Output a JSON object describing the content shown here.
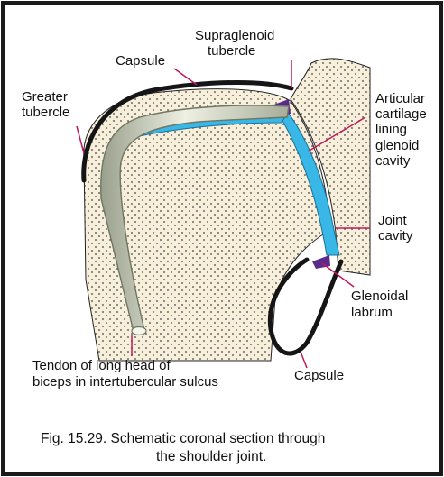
{
  "labels": {
    "supraglenoid": [
      "Supraglenoid",
      "tubercle"
    ],
    "capsule_top": "Capsule",
    "greater_tubercle": [
      "Greater",
      "tubercle"
    ],
    "articular_cartilage": [
      "Articular",
      "cartilage",
      "lining",
      "glenoid",
      "cavity"
    ],
    "joint_cavity": [
      "Joint",
      "cavity"
    ],
    "glenoidal_labrum": [
      "Glenoidal",
      "labrum"
    ],
    "capsule_bottom": "Capsule",
    "tendon": [
      "Tendon of long head of",
      "biceps in intertubercular sulcus"
    ]
  },
  "caption": {
    "line1": "Fig. 15.29. Schematic coronal section through",
    "line2": "the shoulder joint."
  },
  "colors": {
    "border": "#1a1a1a",
    "bone_fill": "#f7efd9",
    "bone_dots": "#6b6b6b",
    "cartilage": "#39b7e6",
    "labrum": "#5a2a8c",
    "pointer_line": "#c2185b",
    "capsule": "#151515",
    "tendon_fill": "#e9ecdc",
    "tendon_shade": "#9aa08e"
  }
}
